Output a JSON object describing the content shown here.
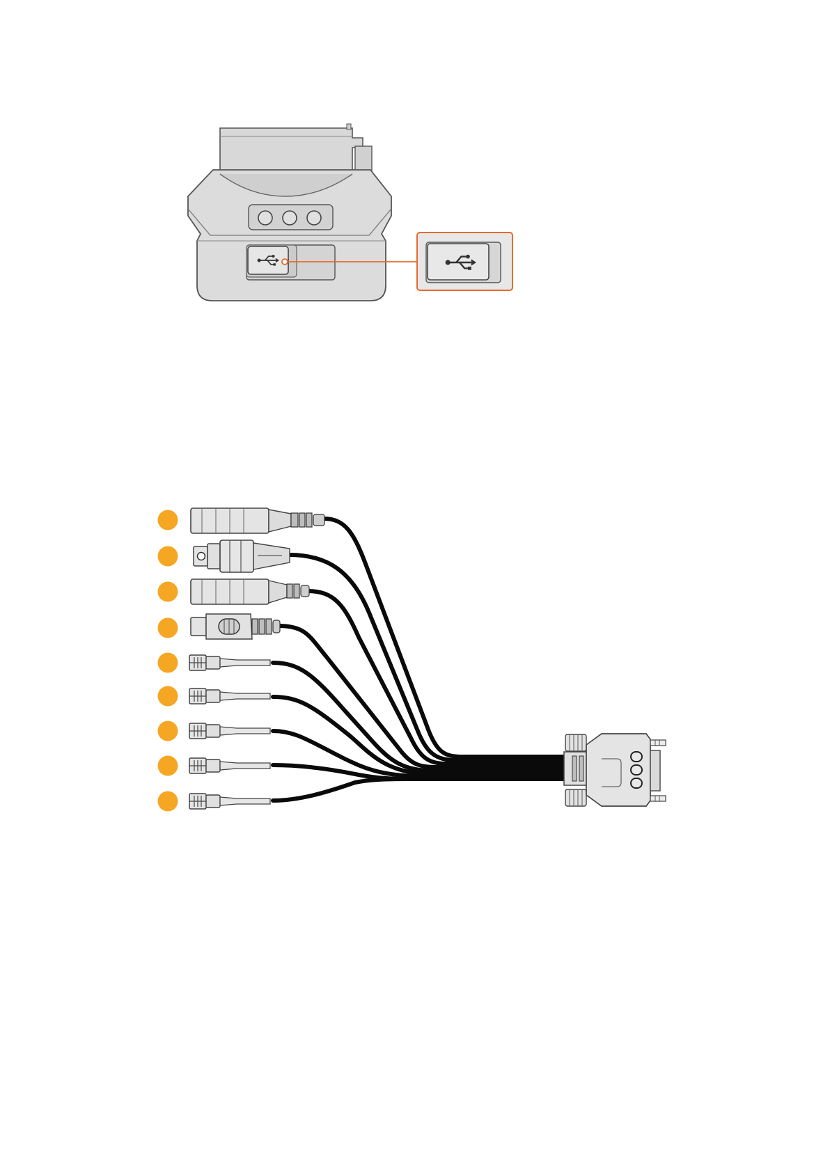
{
  "colors": {
    "page_bg": "#ffffff",
    "body_fill": "#dcdcdc",
    "body_shade": "#c9c9c9",
    "outline": "#555555",
    "callout": "#e86a2e",
    "callout_fill": "#e7e7e7",
    "badge": "#f5a623",
    "cable": "#0a0a0a",
    "connector_fill": "#e4e4e4"
  },
  "icons": {
    "usb_port": "usb-icon",
    "usb_callout": "usb-icon",
    "callout_marker": "circle-marker-icon",
    "buttons": "round-button-icon"
  },
  "breakout_cable": {
    "connector_count": 9,
    "connectors": [
      "dc-power-plug",
      "bnc-connector",
      "dc-power-plug",
      "rca-connector",
      "mini-connector",
      "mini-connector",
      "mini-connector",
      "mini-connector",
      "mini-connector"
    ]
  }
}
